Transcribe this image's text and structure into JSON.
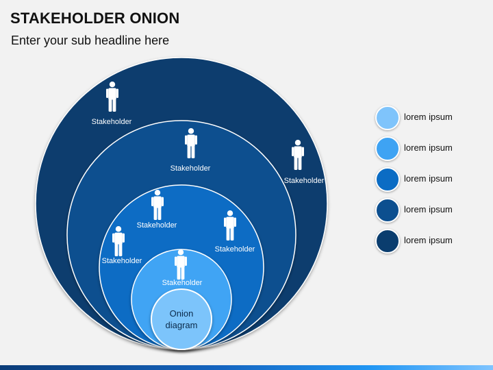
{
  "header": {
    "title": "STAKEHOLDER ONION",
    "subtitle": "Enter your sub headline here"
  },
  "diagram": {
    "core_label_line1": "Onion",
    "core_label_line2": "diagram",
    "ring_colors": [
      "#0a3d6e",
      "#0c4f8f",
      "#0b6cc4",
      "#3fa4f4",
      "#7cc4fb"
    ],
    "stakeholders": [
      {
        "label": "Stakeholder",
        "icon": "person-icon"
      },
      {
        "label": "Stakeholder",
        "icon": "person-icon"
      },
      {
        "label": "Stakeholder",
        "icon": "person-icon"
      },
      {
        "label": "Stakeholder",
        "icon": "person-icon"
      },
      {
        "label": "Stakeholder",
        "icon": "person-icon"
      },
      {
        "label": "Stakeholder",
        "icon": "person-icon"
      },
      {
        "label": "Stakeholder",
        "icon": "person-icon"
      }
    ]
  },
  "legend": {
    "items": [
      {
        "label": "lorem ipsum",
        "color": "#7fc4fb"
      },
      {
        "label": "lorem ipsum",
        "color": "#3ea3f3"
      },
      {
        "label": "lorem ipsum",
        "color": "#0b6cc4"
      },
      {
        "label": "lorem ipsum",
        "color": "#0c4f8f"
      },
      {
        "label": "lorem ipsum",
        "color": "#0a3d6e"
      }
    ]
  }
}
